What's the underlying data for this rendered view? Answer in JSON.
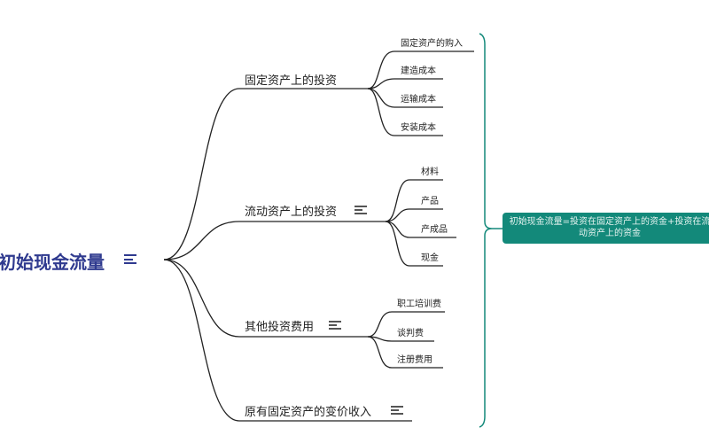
{
  "root": {
    "label": "初始现金流量"
  },
  "branches": [
    {
      "label": "固定资产上的投资",
      "children": [
        "固定资产的购入",
        "建造成本",
        "运输成本",
        "安装成本"
      ]
    },
    {
      "label": "流动资产上的投资",
      "children": [
        "材料",
        "产品",
        "产成品",
        "现金"
      ]
    },
    {
      "label": "其他投资费用",
      "children": [
        "职工培训费",
        "谈判费",
        "注册费用"
      ]
    },
    {
      "label": "原有固定资产的变价收入",
      "children": []
    }
  ],
  "summary": {
    "text": "初始现金流量=投资在固定资产上的资金+投资在流动资产上的资金"
  },
  "colors": {
    "root": "#2f3a8f",
    "summary_bg": "#13897a",
    "brace": "#13897a"
  }
}
